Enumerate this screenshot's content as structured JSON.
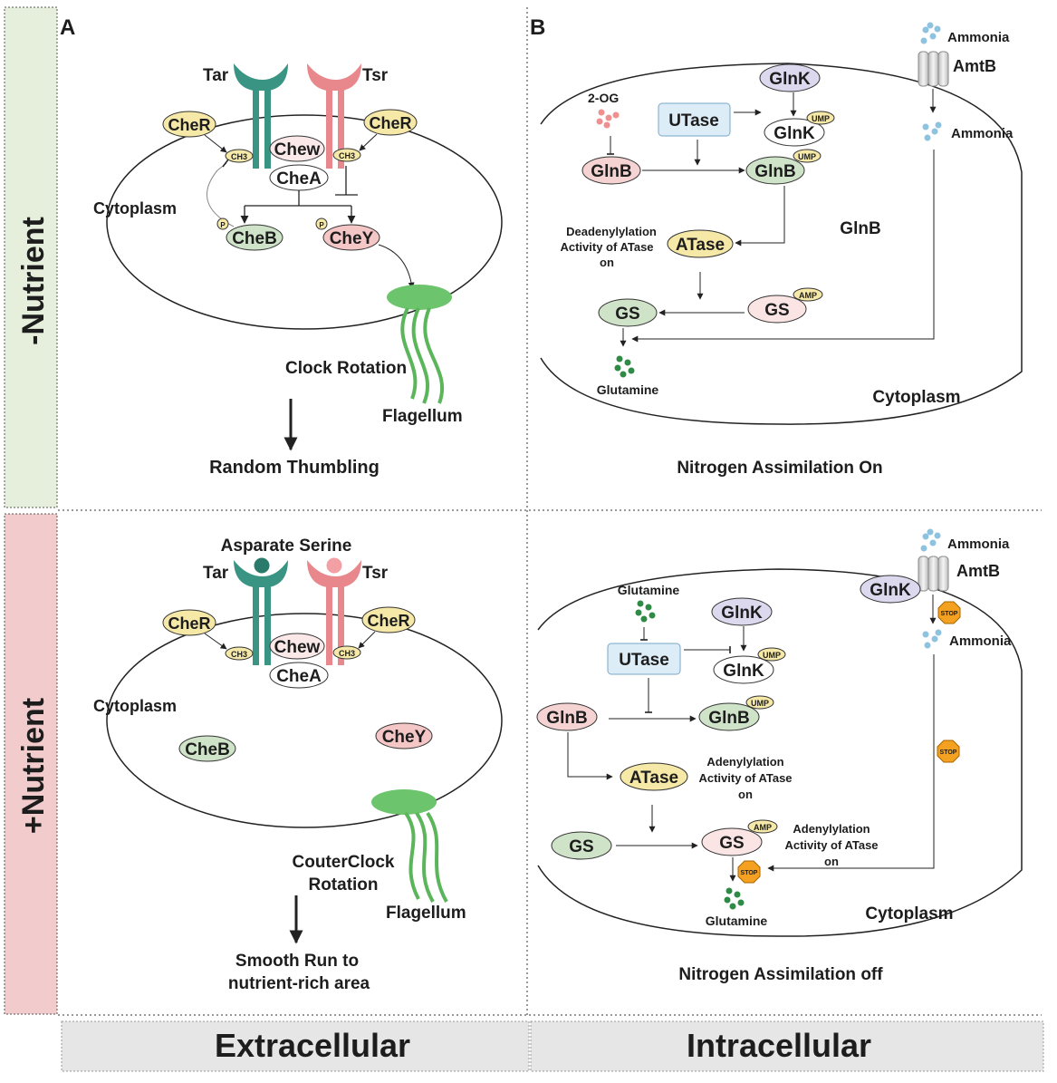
{
  "side_labels": {
    "top": "-Nutrient",
    "bottom": "+Nutrient"
  },
  "panel_letters": {
    "a": "A",
    "b": "B"
  },
  "footer": {
    "left": "Extracellular",
    "right": "Intracellular"
  },
  "chemotaxis": {
    "tar": "Tar",
    "tsr": "Tsr",
    "cher": "CheR",
    "chew": "Chew",
    "chea": "CheA",
    "ch3": "CH3",
    "cheb": "CheB",
    "chey": "CheY",
    "p": "P",
    "cytoplasm": "Cytoplasm",
    "flagellum": "Flagellum",
    "top": {
      "rotation": "Clock Rotation",
      "outcome": "Random Thumbling"
    },
    "bottom": {
      "ligands": "Asparate Serine",
      "rotation_line1": "CouterClock",
      "rotation_line2": "Rotation",
      "outcome_line1": "Smooth Run to",
      "outcome_line2": "nutrient-rich area"
    }
  },
  "nitrogen": {
    "ammonia": "Ammonia",
    "amtb": "AmtB",
    "glnk": "GlnK",
    "glnb": "GlnB",
    "utase": "UTase",
    "atase": "ATase",
    "gs": "GS",
    "ump": "UMP",
    "amp": "AMP",
    "glutamine": "Glutamine",
    "cytoplasm": "Cytoplasm",
    "stop": "STOP",
    "top": {
      "two_og": "2-OG",
      "glnb_label": "GlnB",
      "deadenylation_line1": "Deadenylylation",
      "deadenylation_line2": "Activity of ATase",
      "deadenylation_line3": "on",
      "status": "Nitrogen Assimilation On"
    },
    "bottom": {
      "adenylation_line1": "Adenylylation",
      "adenylation_line2": "Activity of ATase",
      "adenylation_line3": "on",
      "status": "Nitrogen Assimilation off"
    }
  },
  "colors": {
    "nutrient_minus_bg": "#e6efdc",
    "nutrient_plus_bg": "#f2cccc",
    "footer_bg": "#e6e6e6",
    "tar": "#3a9484",
    "tsr": "#e8888c",
    "cher": "#f6e9a8",
    "chey": "#f5c6c6",
    "cheb": "#cfe3c8",
    "glnk": "#dcd9ef",
    "utase": "#dcedf8",
    "flagellum": "#6cc46c"
  }
}
